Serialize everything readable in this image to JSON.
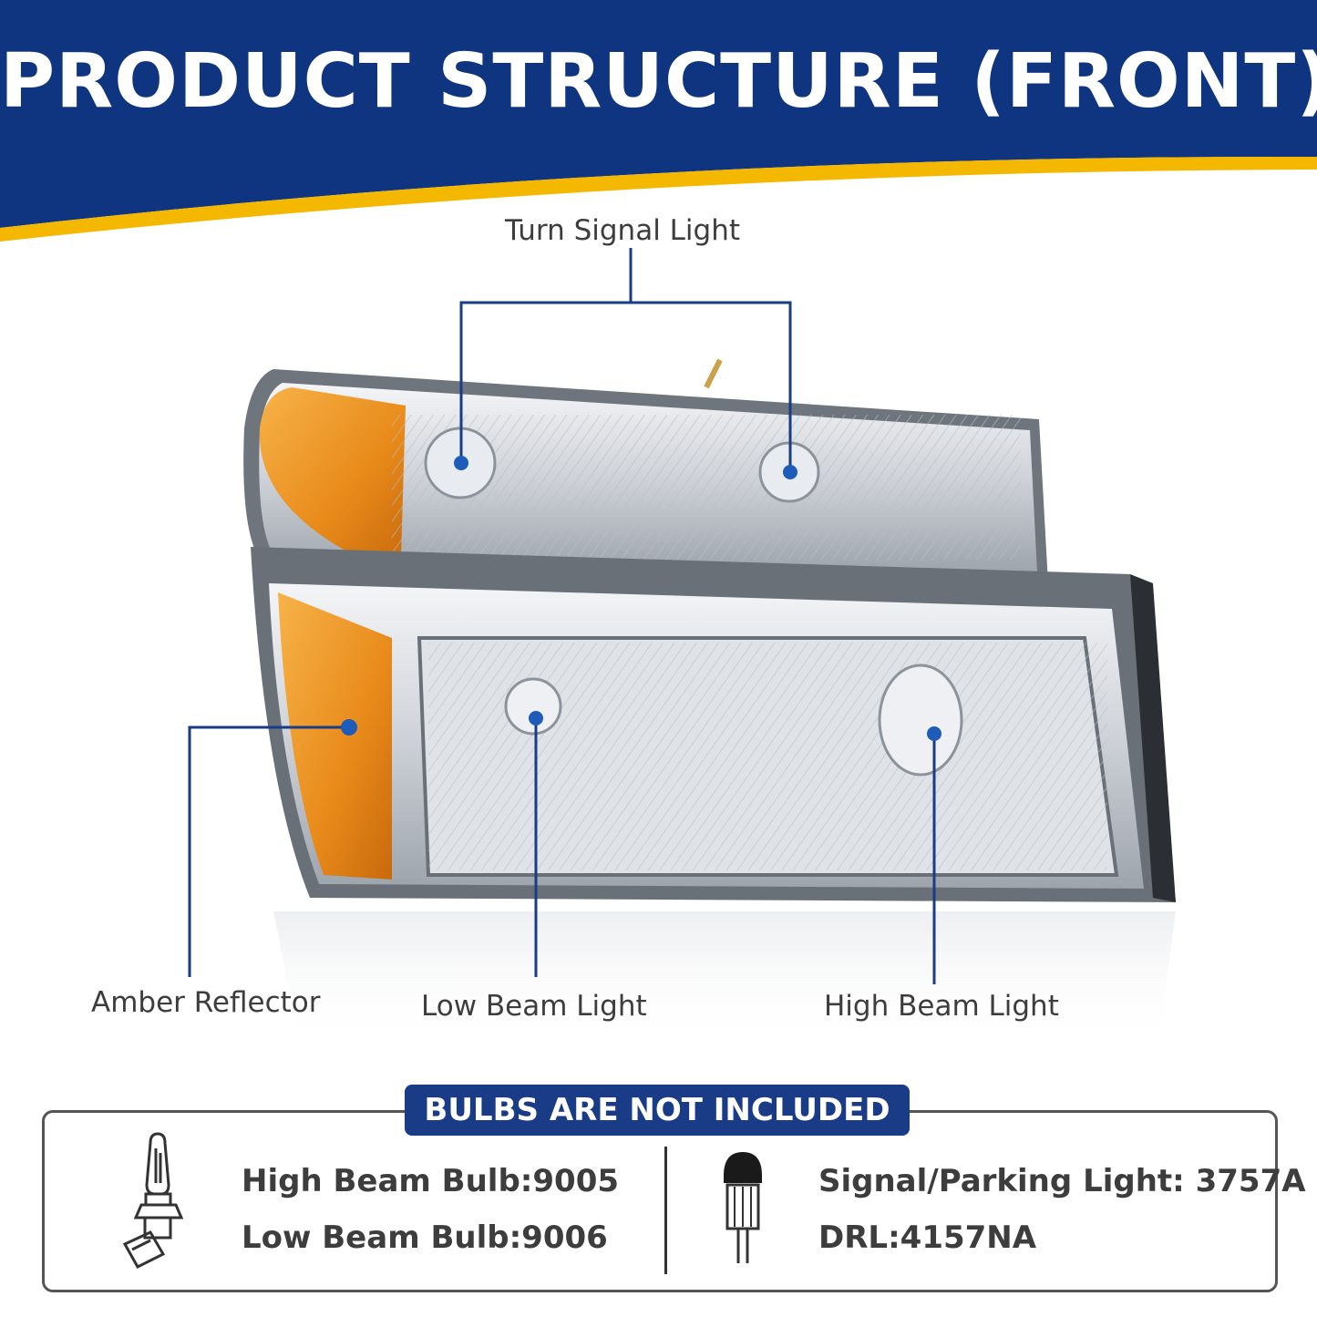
{
  "banner": {
    "title": "PRODUCT STRUCTURE (FRONT)",
    "bg_color": "#0f3580",
    "accent_color": "#f5b800"
  },
  "callouts": {
    "turn_signal": "Turn Signal Light",
    "amber_reflector": "Amber Reflector",
    "low_beam": "Low Beam Light",
    "high_beam": "High Beam Light",
    "line_color": "#1a3c86"
  },
  "bulbs": {
    "notice": "BULBS ARE NOT INCLUDED",
    "left": {
      "icon": "halogen-bulb-icon",
      "high_beam": "High Beam Bulb:9005",
      "low_beam": "Low Beam Bulb:9006"
    },
    "right": {
      "icon": "wedge-bulb-icon",
      "signal_parking": "Signal/Parking Light: 3757A",
      "drl": "DRL:4157NA"
    }
  }
}
